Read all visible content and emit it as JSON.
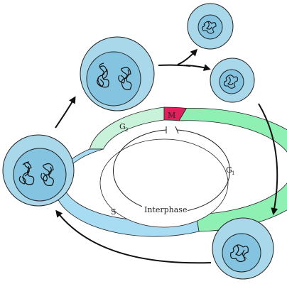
{
  "phases": {
    "m": "M",
    "g1_main": "G",
    "g1_sub": "1",
    "g2_main": "G",
    "g2_sub": "2",
    "s": "S"
  },
  "interphase_label": "Interphase",
  "colors": {
    "m_phase": "#e0215e",
    "g1_phase": "#8ff0b4",
    "s_phase": "#a8dcf3",
    "g2_phase": "#c8f2d9",
    "cell_cytoplasm": "#a8d8ea",
    "nucleus": "#84c4e0",
    "outline": "#1a1a1a",
    "arrow": "#111111"
  },
  "icons": [
    "cell-icon",
    "nucleus-icon",
    "chromatin-icon",
    "arrow-icon"
  ]
}
